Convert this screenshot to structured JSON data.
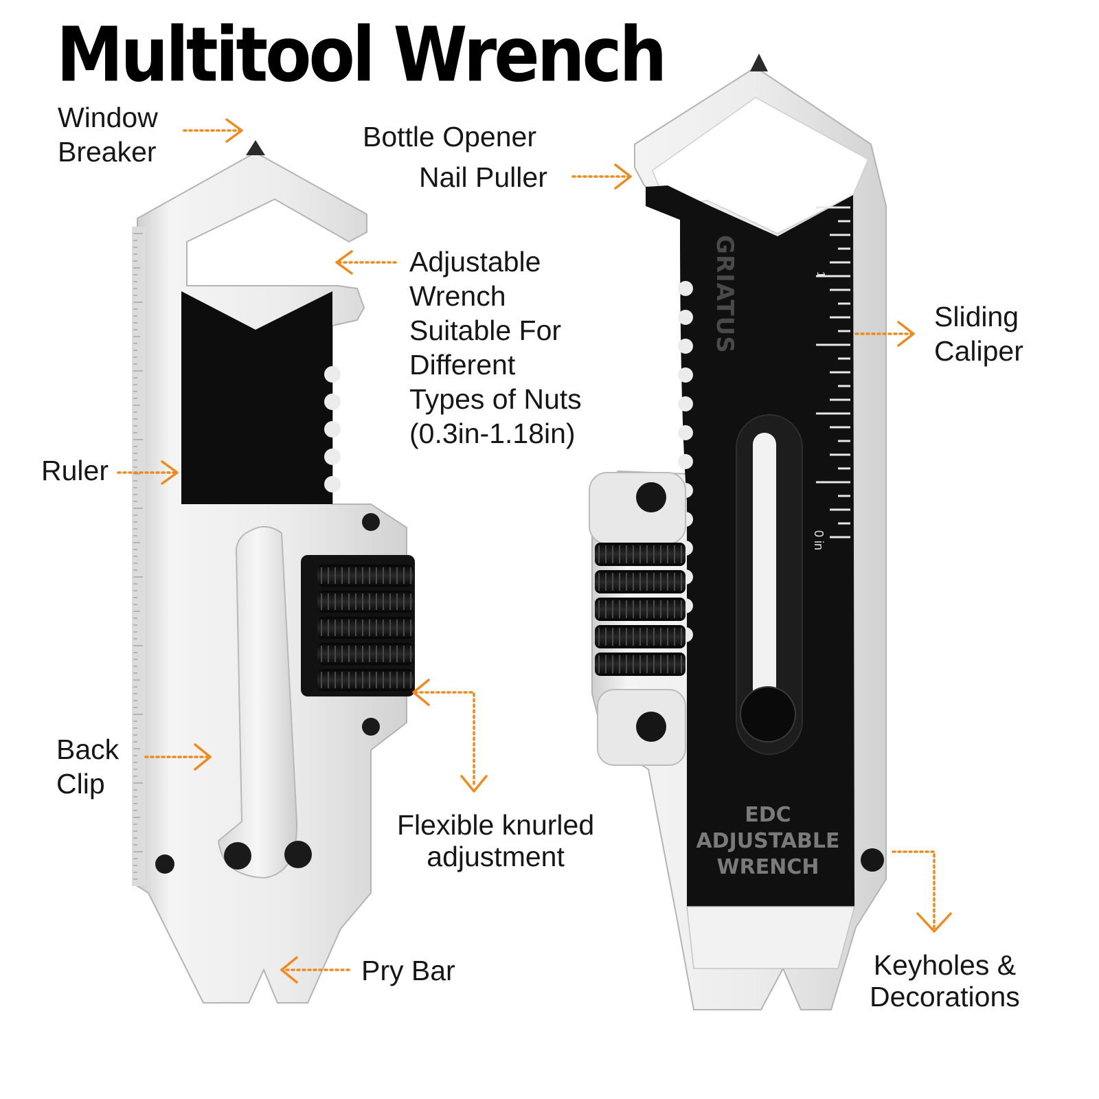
{
  "title": "Multitool Wrench",
  "colors": {
    "accent": "#f08a1d",
    "steel": "#e6e6e6",
    "black_plate": "#111111"
  },
  "engravings": {
    "brand": "GRIATUS",
    "plate_lines": [
      "EDC",
      "ADJUSTABLE",
      "WRENCH"
    ],
    "ruler_one": "1",
    "ruler_zero": "0 in"
  },
  "labels": {
    "window_breaker": [
      "Window",
      "Breaker"
    ],
    "bottle_opener": [
      "Bottle Opener"
    ],
    "nail_puller": [
      "Nail Puller"
    ],
    "adjustable_wrench": [
      "Adjustable",
      "Wrench",
      "Suitable For",
      "Different",
      "Types of Nuts",
      "(0.3in-1.18in)"
    ],
    "sliding_caliper": [
      "Sliding",
      "Caliper"
    ],
    "ruler": [
      "Ruler"
    ],
    "back_clip": [
      "Back",
      "Clip"
    ],
    "knurled_adjustment": [
      "Flexible knurled",
      "adjustment"
    ],
    "pry_bar": [
      "Pry Bar"
    ],
    "keyholes": [
      "Keyholes &",
      "Decorations"
    ]
  }
}
